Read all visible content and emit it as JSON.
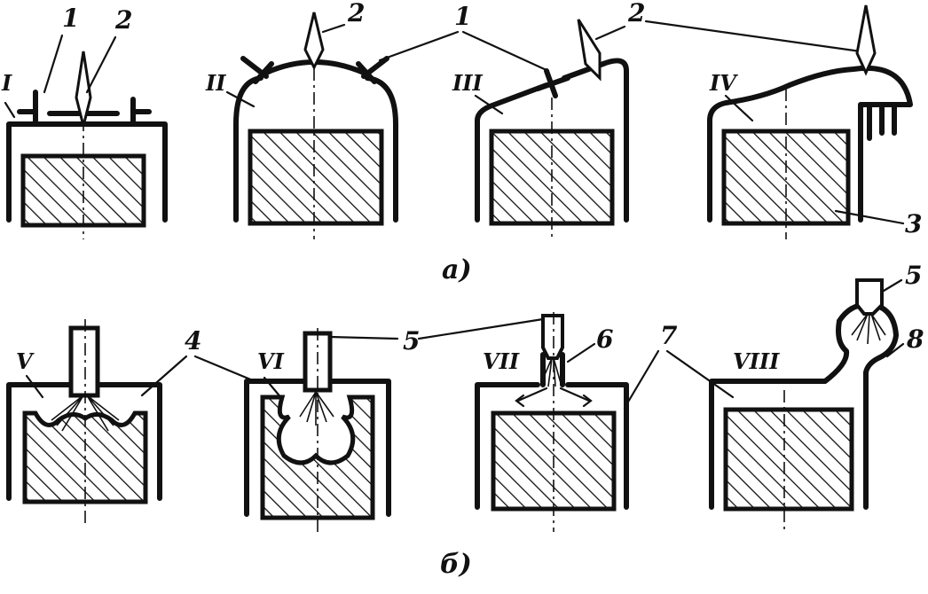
{
  "row_a": {
    "caption": "a)",
    "chambers": [
      {
        "roman": "I"
      },
      {
        "roman": "II"
      },
      {
        "roman": "III"
      },
      {
        "roman": "IV"
      }
    ],
    "callouts": {
      "n1a": "1",
      "n2a": "2",
      "n1b": "1",
      "n2b": "2",
      "n3": "3"
    }
  },
  "row_b": {
    "caption": "б)",
    "chambers": [
      {
        "roman": "V"
      },
      {
        "roman": "VI"
      },
      {
        "roman": "VII"
      },
      {
        "roman": "VIII"
      }
    ],
    "callouts": {
      "n4": "4",
      "n5a": "5",
      "n6": "6",
      "n7": "7",
      "n5b": "5",
      "n8": "8"
    }
  },
  "colors": {
    "ink": "#111111",
    "paper": "#ffffff"
  }
}
